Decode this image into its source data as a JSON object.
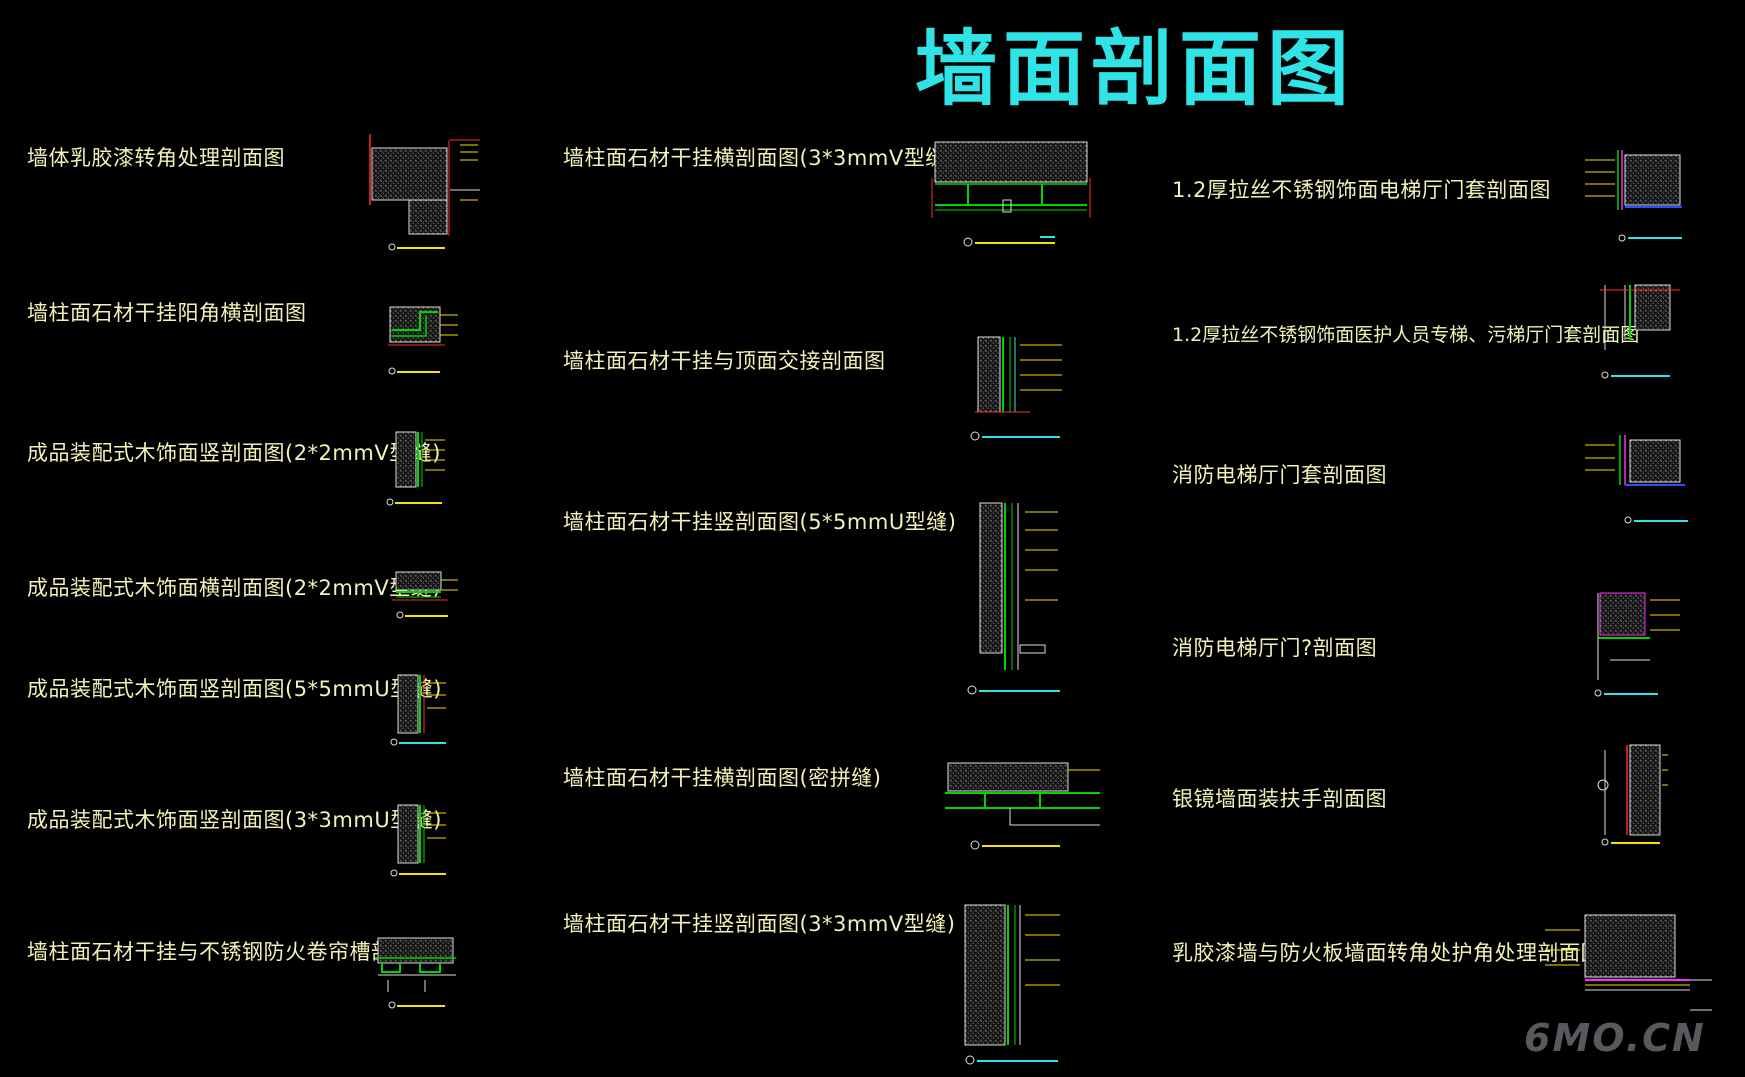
{
  "title": "墙面剖面图",
  "watermark": "6MO.CN",
  "colors": {
    "background": "#000000",
    "title": "#2fe3e6",
    "label": "#f2f2b8",
    "hatch": "#bdbdbd",
    "green": "#00d400",
    "red": "#ff2a2a",
    "cyan": "#2fe3e6",
    "yellow": "#f5e100",
    "blue": "#2a4dff",
    "magenta": "#ff2aff"
  },
  "column1": [
    "墙体乳胶漆转角处理剖面图",
    "墙柱面石材干挂阳角横剖面图",
    "成品装配式木饰面竖剖面图(2*2mmV型缝)",
    "成品装配式木饰面横剖面图(2*2mmV型缝)",
    "成品装配式木饰面竖剖面图(5*5mmU型缝)",
    "成品装配式木饰面竖剖面图(3*3mmU型缝)",
    "墙柱面石材干挂与不锈钢防火卷帘槽剖面图"
  ],
  "column2": [
    "墙柱面石材干挂横剖面图(3*3mmV型缝)",
    "墙柱面石材干挂与顶面交接剖面图",
    "墙柱面石材干挂竖剖面图(5*5mmU型缝)",
    "墙柱面石材干挂横剖面图(密拼缝)",
    "墙柱面石材干挂竖剖面图(3*3mmV型缝)"
  ],
  "column3": [
    "1.2厚拉丝不锈钢饰面电梯厅门套剖面图",
    "1.2厚拉丝不锈钢饰面医护人员专梯、污梯厅门套剖面图",
    "消防电梯厅门套剖面图",
    "消防电梯厅门?剖面图",
    "银镜墙面装扶手剖面图",
    "乳胶漆墙与防火板墙面转角处护角处理剖面图"
  ]
}
